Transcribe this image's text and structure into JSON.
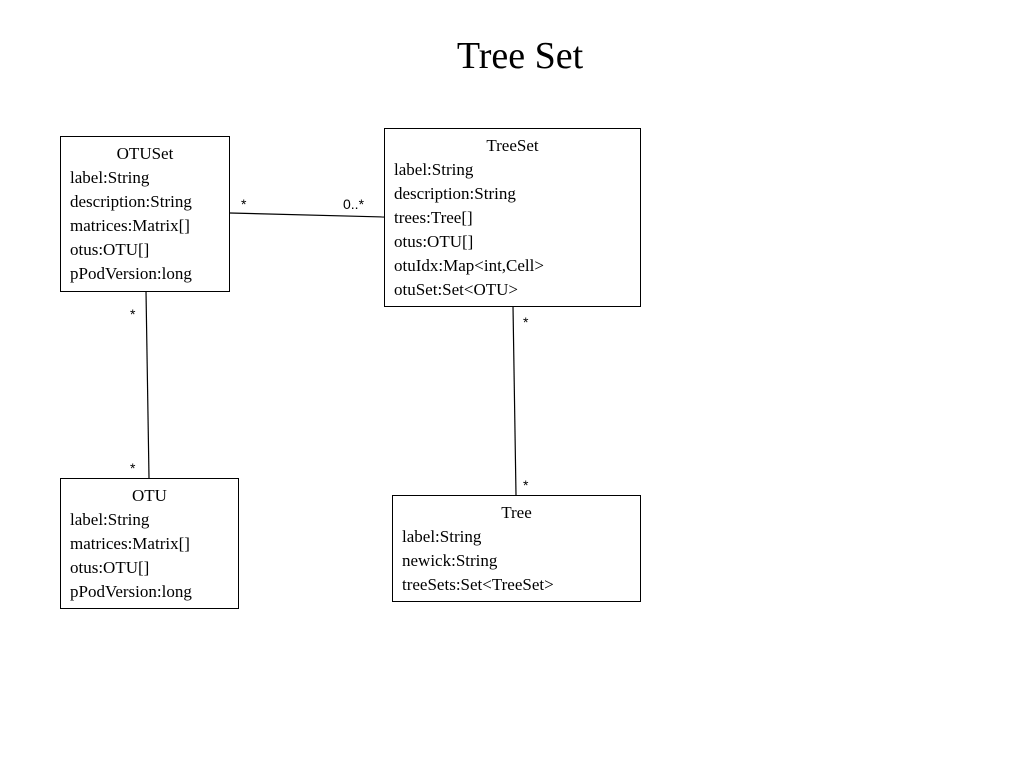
{
  "title": "Tree Set",
  "classes": {
    "otuset": {
      "name": "OTUSet",
      "attributes": [
        "label:String",
        "description:String",
        "matrices:Matrix[]",
        "otus:OTU[]",
        "pPodVersion:long"
      ]
    },
    "treeset": {
      "name": "TreeSet",
      "attributes": [
        "label:String",
        "description:String",
        "trees:Tree[]",
        "otus:OTU[]",
        "otuIdx:Map<int,Cell>",
        "otuSet:Set<OTU>"
      ]
    },
    "otu": {
      "name": "OTU",
      "attributes": [
        "label:String",
        "matrices:Matrix[]",
        "otus:OTU[]",
        "pPodVersion:long"
      ]
    },
    "tree": {
      "name": "Tree",
      "attributes": [
        "label:String",
        "newick:String",
        "treeSets:Set<TreeSet>"
      ]
    }
  },
  "associations": {
    "otuset_treeset": {
      "source_mult": "*",
      "target_mult": "0..*"
    },
    "otuset_otu": {
      "source_mult": "*",
      "target_mult": "*"
    },
    "treeset_tree": {
      "source_mult": "*",
      "target_mult": "*"
    }
  }
}
